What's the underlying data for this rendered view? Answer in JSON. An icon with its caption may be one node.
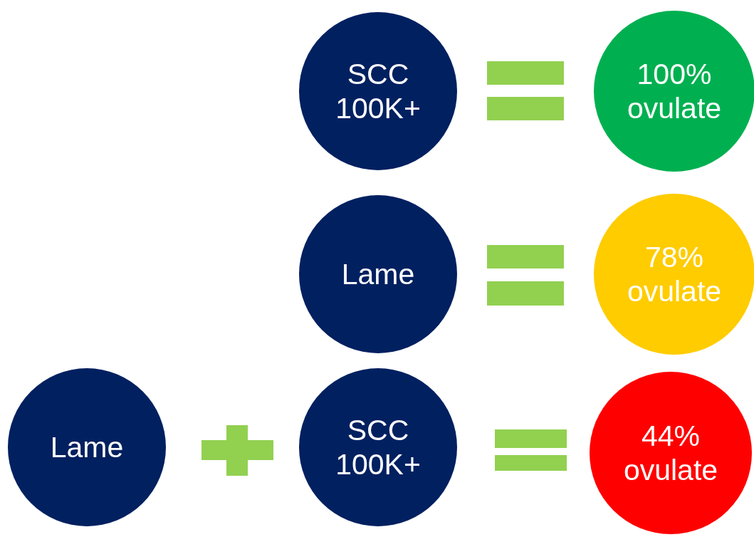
{
  "diagram": {
    "nodes": [
      {
        "text": [
          "SCC 100K+"
        ]
      },
      {
        "text": [
          "100% ovulate"
        ]
      },
      {
        "text": [
          "Lame"
        ]
      },
      {
        "text": [
          "78% ovulate"
        ]
      },
      {
        "text": [
          "Lame"
        ]
      },
      {
        "text": [
          "SCC 100K+"
        ]
      },
      {
        "text": [
          "44% ovulate"
        ]
      }
    ]
  }
}
